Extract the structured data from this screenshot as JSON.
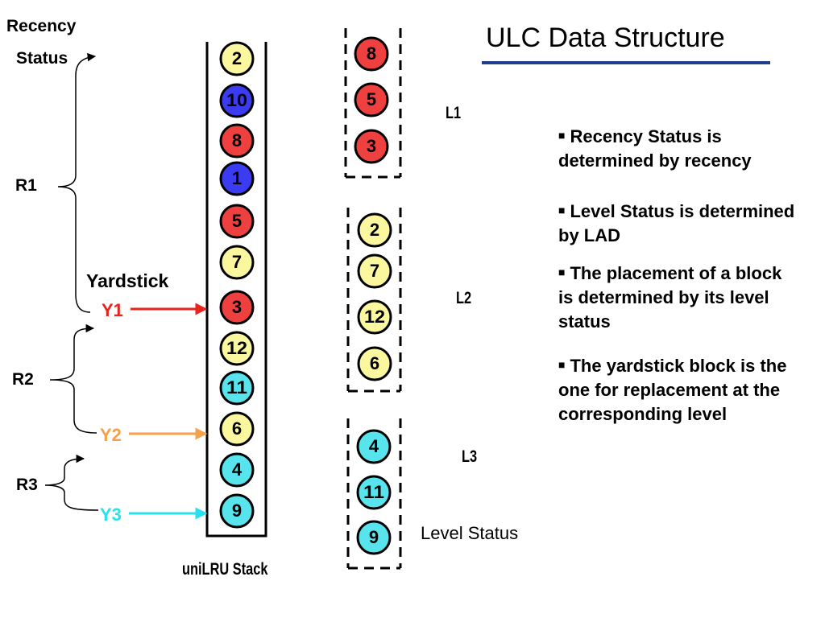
{
  "title": "ULC Data Structure",
  "colors": {
    "red": "#ef4040",
    "blue": "#3b3bf2",
    "yellow": "#fbf79e",
    "cyan": "#58e4ec",
    "title_rule": "#1f3f8c",
    "y1": "#e8231c",
    "y2": "#f5a04a",
    "y3": "#2ae0ee"
  },
  "labels": {
    "recency": "Recency",
    "status": "Status",
    "r1": "R1",
    "r2": "R2",
    "r3": "R3",
    "yardstick": "Yardstick",
    "y1": "Y1",
    "y2": "Y2",
    "y3": "Y3",
    "stack": "uniLRU Stack",
    "l1": "L1",
    "l2": "L2",
    "l3": "L3",
    "level_status": "Level Status"
  },
  "stack_blocks": [
    {
      "num": "2",
      "color": "yellow"
    },
    {
      "num": "10",
      "color": "blue"
    },
    {
      "num": "8",
      "color": "red"
    },
    {
      "num": "1",
      "color": "blue"
    },
    {
      "num": "5",
      "color": "red"
    },
    {
      "num": "7",
      "color": "yellow"
    },
    {
      "num": "3",
      "color": "red"
    },
    {
      "num": "12",
      "color": "yellow"
    },
    {
      "num": "11",
      "color": "cyan"
    },
    {
      "num": "6",
      "color": "yellow"
    },
    {
      "num": "4",
      "color": "cyan"
    },
    {
      "num": "9",
      "color": "cyan"
    }
  ],
  "levels": [
    {
      "name": "L1",
      "blocks": [
        {
          "num": "8",
          "color": "red"
        },
        {
          "num": "5",
          "color": "red"
        },
        {
          "num": "3",
          "color": "red"
        }
      ]
    },
    {
      "name": "L2",
      "blocks": [
        {
          "num": "2",
          "color": "yellow"
        },
        {
          "num": "7",
          "color": "yellow"
        },
        {
          "num": "12",
          "color": "yellow"
        },
        {
          "num": "6",
          "color": "yellow"
        }
      ]
    },
    {
      "name": "L3",
      "blocks": [
        {
          "num": "4",
          "color": "cyan"
        },
        {
          "num": "11",
          "color": "cyan"
        },
        {
          "num": "9",
          "color": "cyan"
        }
      ]
    }
  ],
  "bullets": [
    "Recency Status is determined by recency",
    "Level Status is determined by LAD",
    "The placement of a block is determined by its level status",
    "The yardstick block is the one for replacement at the corresponding level"
  ]
}
